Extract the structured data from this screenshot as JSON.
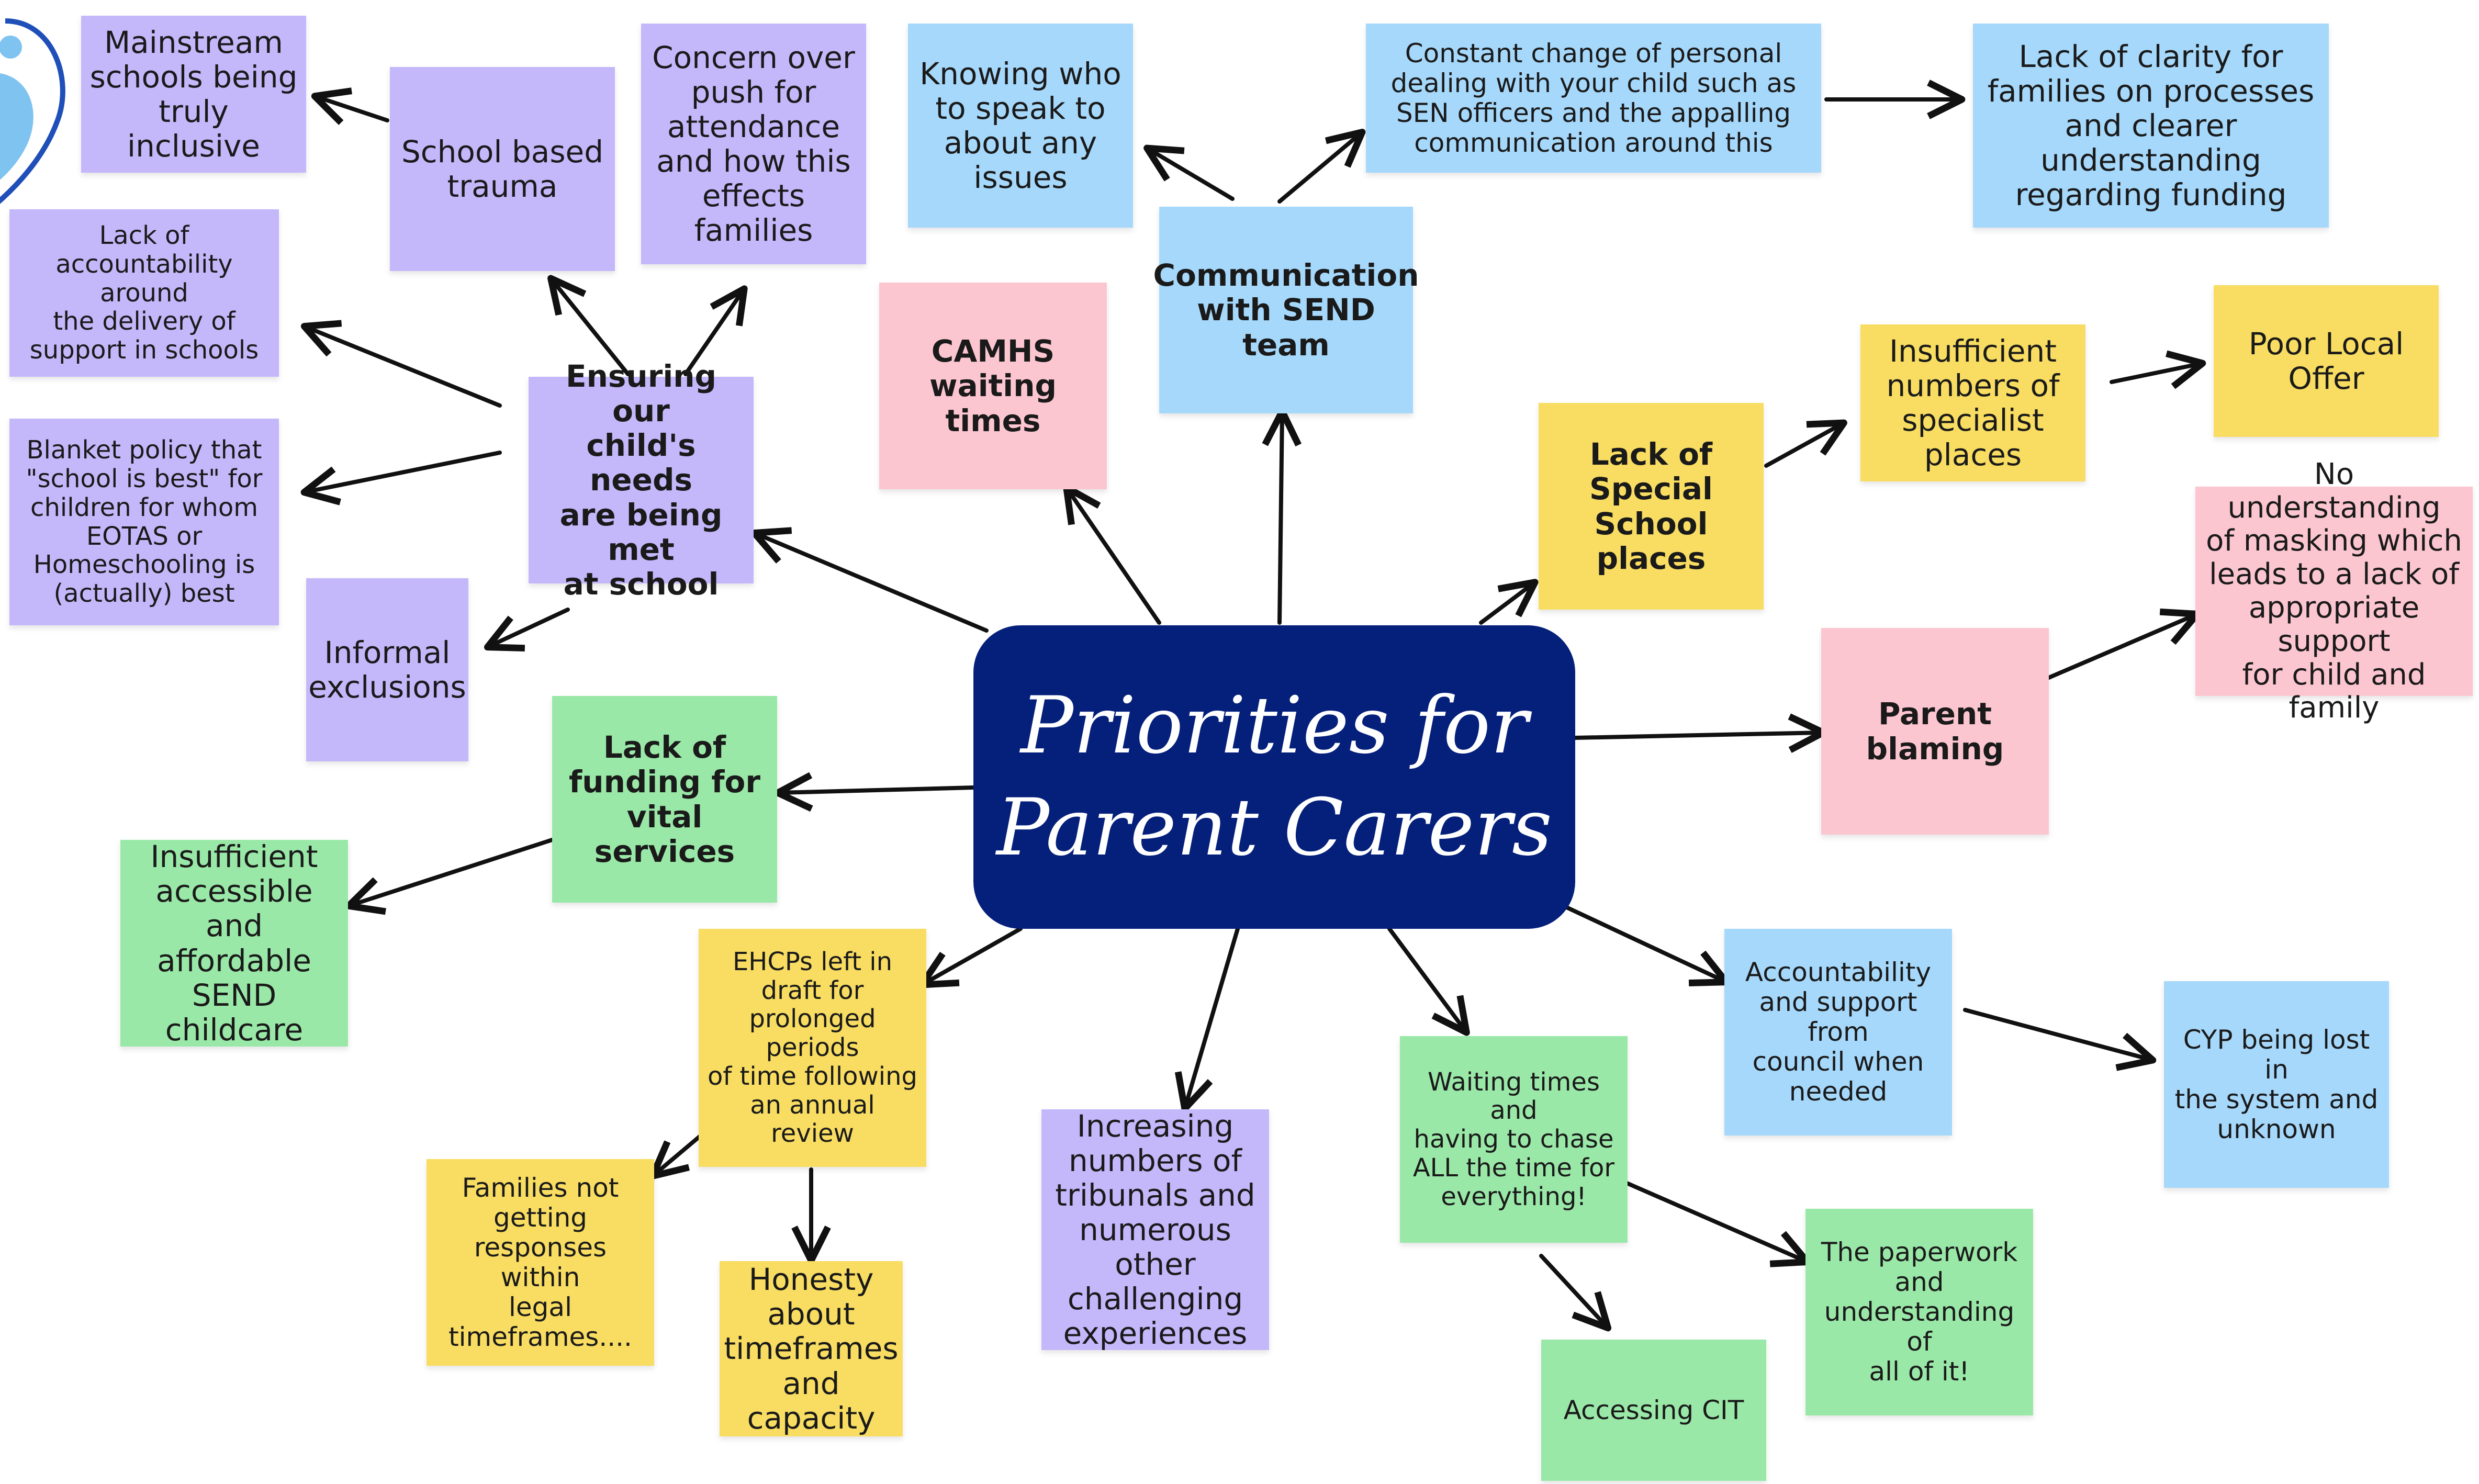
{
  "title": "Priorities for\nParent Carers",
  "colors": {
    "center": "#05207b",
    "purple": "#c4b8fb",
    "blue": "#a6d8fb",
    "pink": "#fcc6d0",
    "yellow": "#f8dd62",
    "green": "#9ae8a8",
    "arrow": "#111111"
  },
  "logo_icon": "figure-logo-icon",
  "notes": {
    "mainstream": "Mainstream\nschools being\ntruly inclusive",
    "school_trauma": "School based\ntrauma",
    "attendance": "Concern over\npush for\nattendance\nand how this\neffects\nfamilies",
    "knowing_who": "Knowing who\nto speak to\nabout any\nissues",
    "constant_change": "Constant change of personal\ndealing with your child such as\nSEN officers and the appalling\ncommunication around this",
    "lack_clarity": "Lack of clarity for\nfamilies on processes\nand clearer\nunderstanding\nregarding funding",
    "accountability_schools": "Lack of\naccountability around\nthe delivery of\nsupport in schools",
    "blanket_policy": "Blanket policy that\n\"school is best\" for\nchildren for whom\nEOTAS or\nHomeschooling is\n(actually) best",
    "ensuring_needs": "Ensuring  our\nchild's needs\nare being met\nat school",
    "camhs": "CAMHS\nwaiting times",
    "communication_send": "Communication\nwith SEND team",
    "insufficient_specialist": "Insufficient\nnumbers of\nspecialist places",
    "poor_local_offer": "Poor Local\nOffer",
    "special_school": "Lack of\nSpecial School\nplaces",
    "masking": "No understanding\nof masking which\nleads to a lack of\nappropriate support\nfor child and family",
    "informal_exclusions": "Informal\nexclusions",
    "parent_blaming": "Parent\nblaming",
    "lack_funding": "Lack of\nfunding for\nvital services",
    "childcare": "Insufficient\naccessible and\naffordable\nSEND childcare",
    "ehcps": "EHCPs left in\ndraft for\nprolonged periods\nof time following\nan annual review",
    "accountability_council": "Accountability\nand support from\ncouncil when\nneeded",
    "cyp_lost": "CYP being lost in\nthe system and\nunknown",
    "tribunals": "Increasing\nnumbers of\ntribunals and\nnumerous other\nchallenging\nexperiences",
    "waiting_times": "Waiting times and\nhaving to chase\nALL the time for\neverything!",
    "families_responses": "Families not\ngetting\nresponses within\nlegal\ntimeframes....",
    "honesty": "Honesty\nabout\ntimeframes\nand capacity",
    "paperwork": "The paperwork\nand\nunderstanding of\nall of it!",
    "accessing_cit": "Accessing CIT"
  }
}
